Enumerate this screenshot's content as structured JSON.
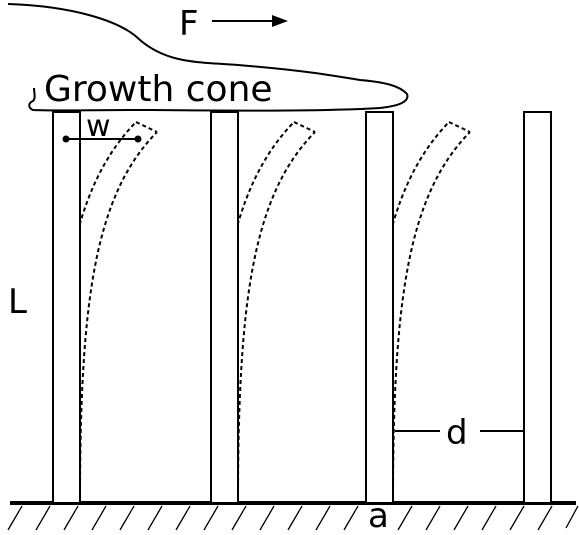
{
  "labels": {
    "force": "F",
    "growth_cone": "Growth cone",
    "width": "w",
    "length": "L",
    "spacing": "d",
    "substrate": "a"
  },
  "colors": {
    "stroke": "#000000",
    "background": "#ffffff"
  },
  "pillars": {
    "count": 4,
    "deflected_pillars": 3
  }
}
